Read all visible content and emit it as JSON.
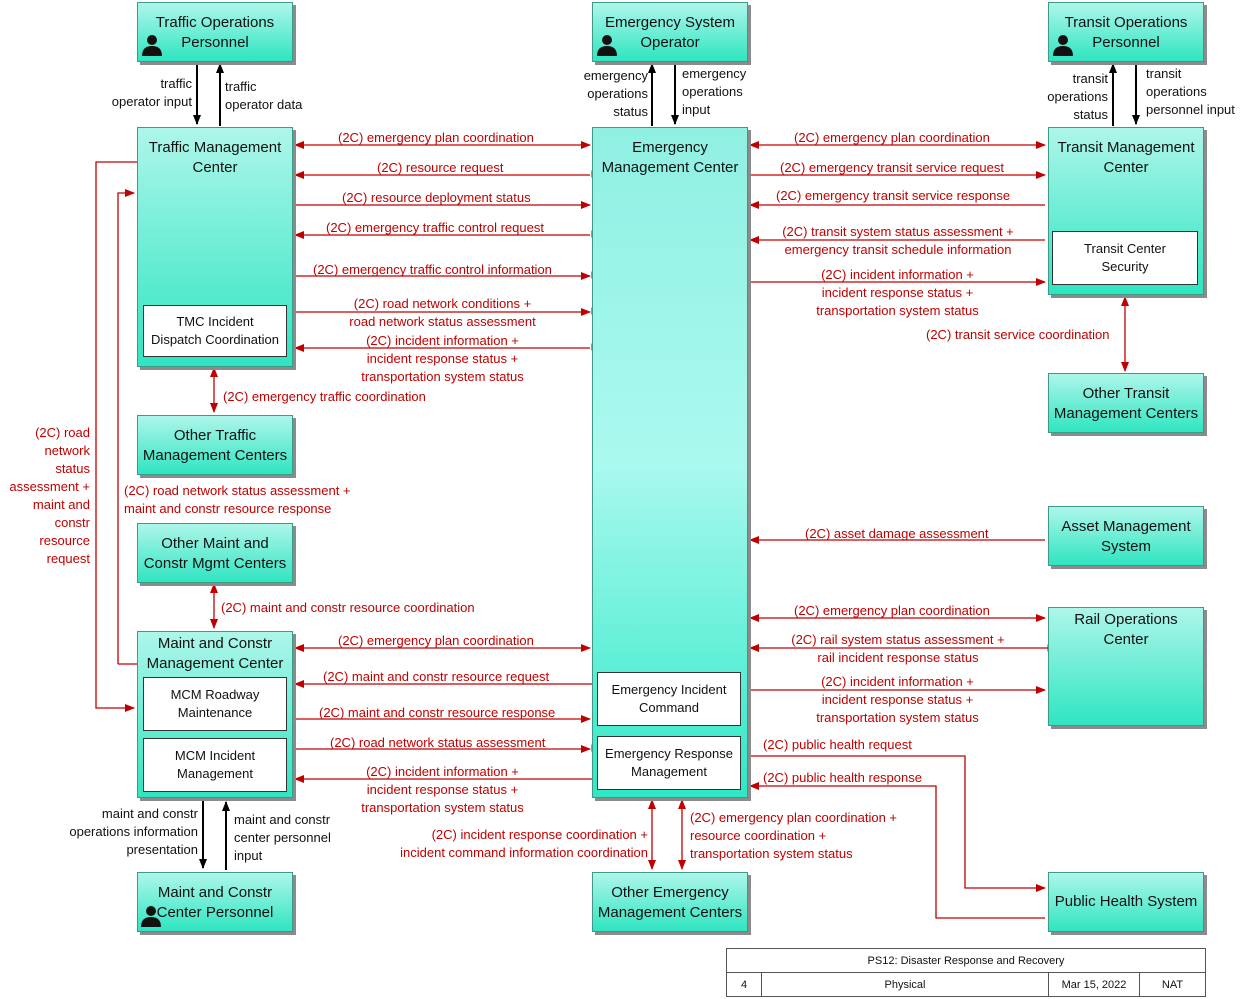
{
  "boxes": {
    "traffic_ops_personnel": "Traffic Operations\nPersonnel",
    "emergency_system_operator": "Emergency System\nOperator",
    "transit_ops_personnel": "Transit Operations\nPersonnel",
    "tmc": "Traffic Management\nCenter",
    "emc": "Emergency\nManagement Center",
    "transit_mc": "Transit Management\nCenter",
    "other_traffic": "Other Traffic\nManagement Centers",
    "other_transit": "Other Transit\nManagement Centers",
    "asset_mgmt": "Asset Management\nSystem",
    "other_maint": "Other Maint and\nConstr Mgmt Centers",
    "maint_mc": "Maint and Constr\nManagement Center",
    "rail_ops": "Rail Operations\nCenter",
    "maint_personnel": "Maint and Constr\nCenter Personnel",
    "other_emergency": "Other Emergency\nManagement Centers",
    "public_health": "Public Health System"
  },
  "subboxes": {
    "tmc_incident": "TMC Incident\nDispatch Coordination",
    "transit_security": "Transit Center\nSecurity",
    "mcm_roadway": "MCM Roadway\nMaintenance",
    "mcm_incident": "MCM Incident\nManagement",
    "emergency_incident_command": "Emergency Incident\nCommand",
    "emergency_response_mgmt": "Emergency Response\nManagement"
  },
  "black_flows": {
    "traffic_operator_input": "traffic\noperator input",
    "traffic_operator_data": "traffic\noperator data",
    "eo_status": "emergency\noperations\nstatus",
    "eo_input": "emergency\noperations\ninput",
    "transit_status": "transit\noperations\nstatus",
    "transit_input": "transit\noperations\npersonnel input",
    "maint_presentation": "maint and constr\noperations information\npresentation",
    "maint_input": "maint and constr\ncenter personnel\ninput"
  },
  "red_flows": {
    "tmc_epc": "(2C) emergency plan coordination",
    "tmc_resource_request": "(2C) resource request",
    "tmc_resource_deploy": "(2C) resource deployment status",
    "tmc_etc_request": "(2C) emergency traffic control request",
    "tmc_etc_info": "(2C) emergency traffic control information",
    "tmc_road_network": "(2C) road network conditions +\nroad network status assessment",
    "tmc_incident_info": "(2C) incident information +\nincident response status +\ntransportation system status",
    "tmc_etcoord": "(2C) emergency traffic coordination",
    "left_road_network": "(2C) road\nnetwork\nstatus\nassessment +\nmaint and\nconstr\nresource\nrequest",
    "other_traffic_rn": "(2C) road network status assessment +\nmaint and constr resource response",
    "maint_coord": "(2C) maint and constr resource coordination",
    "mcm_epc": "(2C) emergency plan coordination",
    "mcm_res_request": "(2C) maint and constr resource request",
    "mcm_res_response": "(2C) maint and constr resource response",
    "mcm_rnsa": "(2C) road network status assessment",
    "mcm_incident_info": "(2C) incident information +\nincident response status +\ntransportation system status",
    "oe_left": "(2C) incident response coordination +\nincident command information coordination",
    "oe_right": "(2C) emergency plan coordination +\nresource coordination +\ntransportation system status",
    "tr_epc": "(2C) emergency plan coordination",
    "tr_service_request": "(2C) emergency transit service request",
    "tr_service_response": "(2C) emergency transit service response",
    "tr_status": "(2C) transit system status assessment +\nemergency transit schedule information",
    "tr_incident_info": "(2C) incident information +\nincident response status +\ntransportation system status",
    "tr_service_coord": "(2C) transit service coordination",
    "asset_damage": "(2C) asset damage assessment",
    "rail_epc": "(2C) emergency plan coordination",
    "rail_status": "(2C) rail system status assessment +\nrail incident response status",
    "rail_incident_info": "(2C) incident information +\nincident response status +\ntransportation system status",
    "ph_request": "(2C) public health request",
    "ph_response": "(2C) public health response"
  },
  "title_block": {
    "title": "PS12: Disaster Response and Recovery",
    "page": "4",
    "view": "Physical",
    "date": "Mar 15, 2022",
    "org": "NAT"
  },
  "colors": {
    "flow_red": "#c00000",
    "flow_black": "#000000",
    "box_top": "#aef6ea",
    "box_bottom": "#2fe5c1"
  }
}
